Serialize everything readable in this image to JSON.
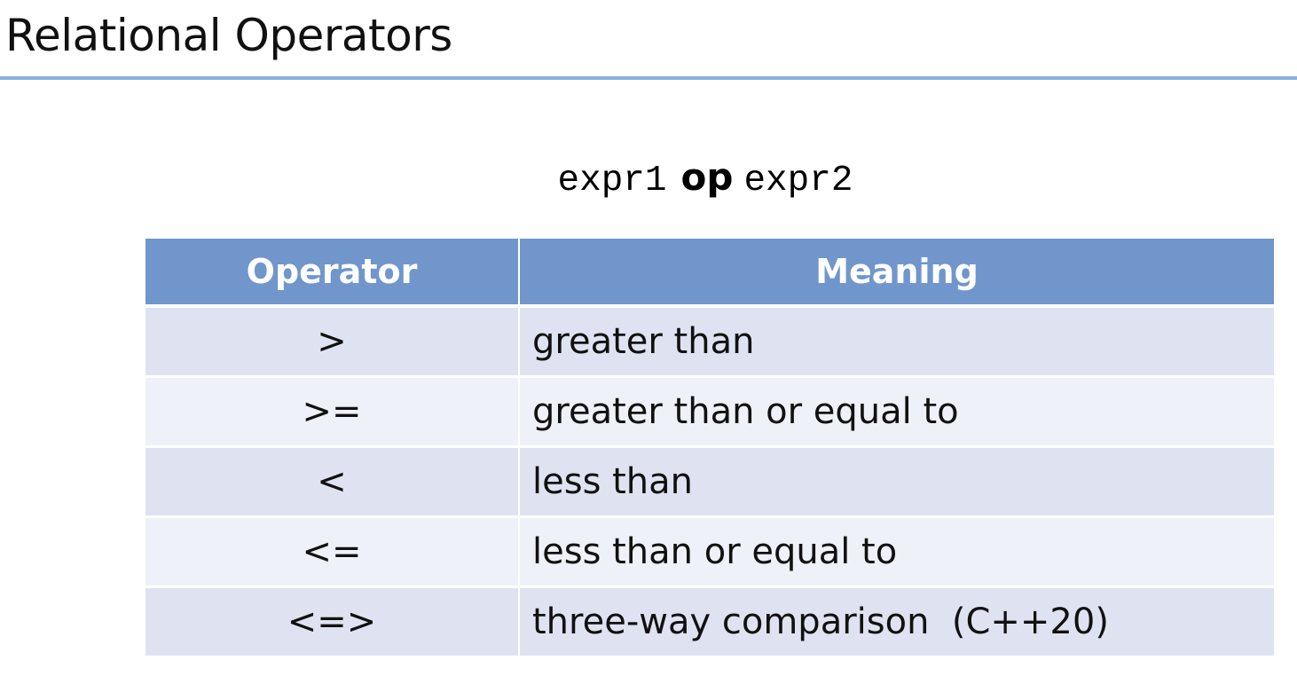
{
  "title": "Relational Operators",
  "syntax": {
    "left": "expr1",
    "op": "op",
    "right": "expr2"
  },
  "table": {
    "headers": [
      "Operator",
      "Meaning"
    ],
    "rows": [
      {
        "operator": ">",
        "meaning": "greater than"
      },
      {
        "operator": ">=",
        "meaning": "greater than or equal to"
      },
      {
        "operator": "<",
        "meaning": "less than"
      },
      {
        "operator": "<=",
        "meaning": "less than or equal to"
      },
      {
        "operator": "<=>",
        "meaning": "three-way comparison  (C++20)"
      }
    ]
  },
  "colors": {
    "accent_rule": "#88aee3",
    "header_bg": "#7096cc",
    "row_dark": "#dfe3f1",
    "row_light": "#eff1f8"
  }
}
